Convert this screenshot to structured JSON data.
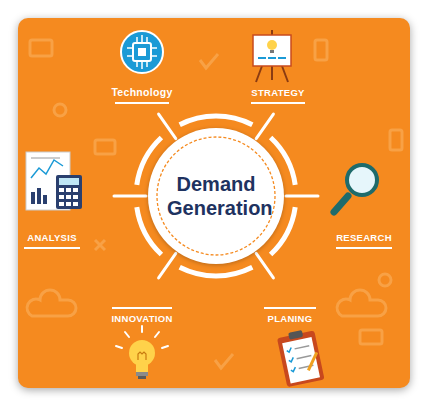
{
  "diagram": {
    "nodes": [
      {
        "text": [
          "Demand Generation"
        ]
      }
    ],
    "labels": [
      "Technology",
      "STRATEGY",
      "ANALYSIS",
      "RESEARCH",
      "INNOVATION",
      "PLANING"
    ]
  }
}
